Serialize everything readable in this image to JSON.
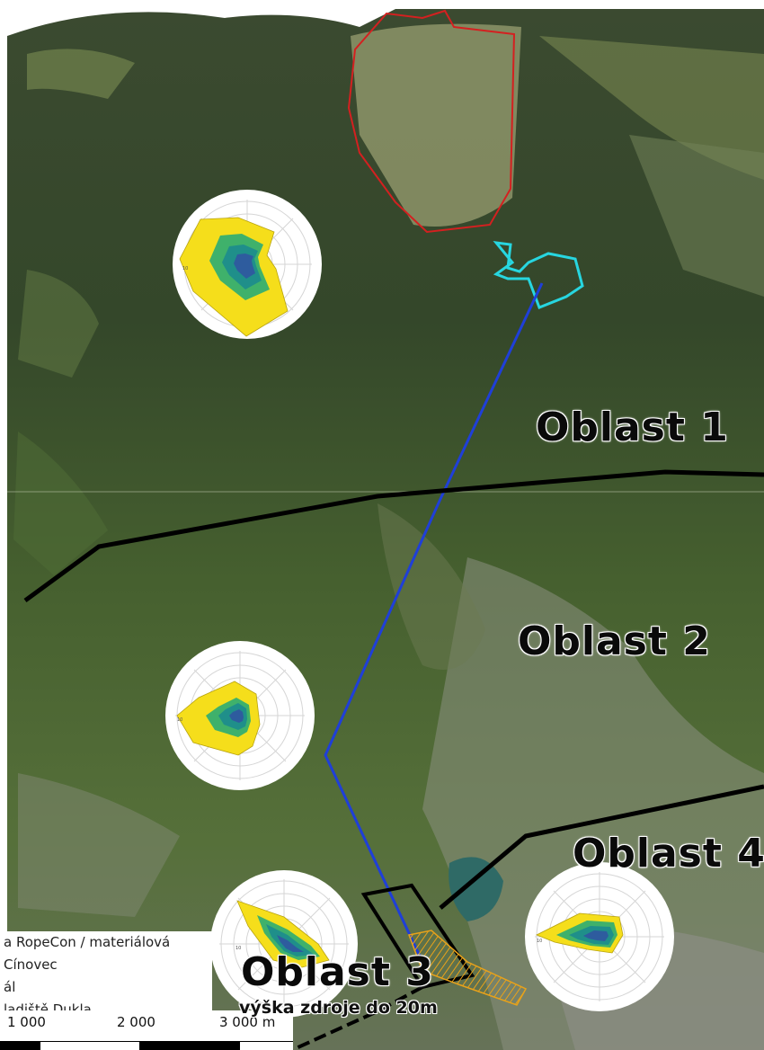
{
  "map": {
    "regions": [
      {
        "id": "oblast-1",
        "label": "Oblast 1"
      },
      {
        "id": "oblast-2",
        "label": "Oblast 2"
      },
      {
        "id": "oblast-3",
        "label": "Oblast 3"
      },
      {
        "id": "oblast-4",
        "label": "Oblast 4"
      }
    ],
    "source_height_note": "výška zdroje do 20m",
    "wind_rose_tick_label": "10",
    "colors": {
      "region_boundary": "#000000",
      "rope_line": "#1f3fd8",
      "red_area": "#d42020",
      "cyan_area": "#27d6e0",
      "orange_hatch": "#e8a21a",
      "rose_yellow": "#f5de1b",
      "rose_green": "#3fb16b",
      "rose_teal": "#1f8f8a",
      "rose_blue": "#2e5c9e"
    }
  },
  "legend": {
    "items": [
      "a RopeCon / materiálová",
      "Cínovec",
      "ál",
      "ladiště Dukla"
    ]
  },
  "scale": {
    "ticks": [
      "1 000",
      "2 000",
      "3 000 m"
    ]
  }
}
